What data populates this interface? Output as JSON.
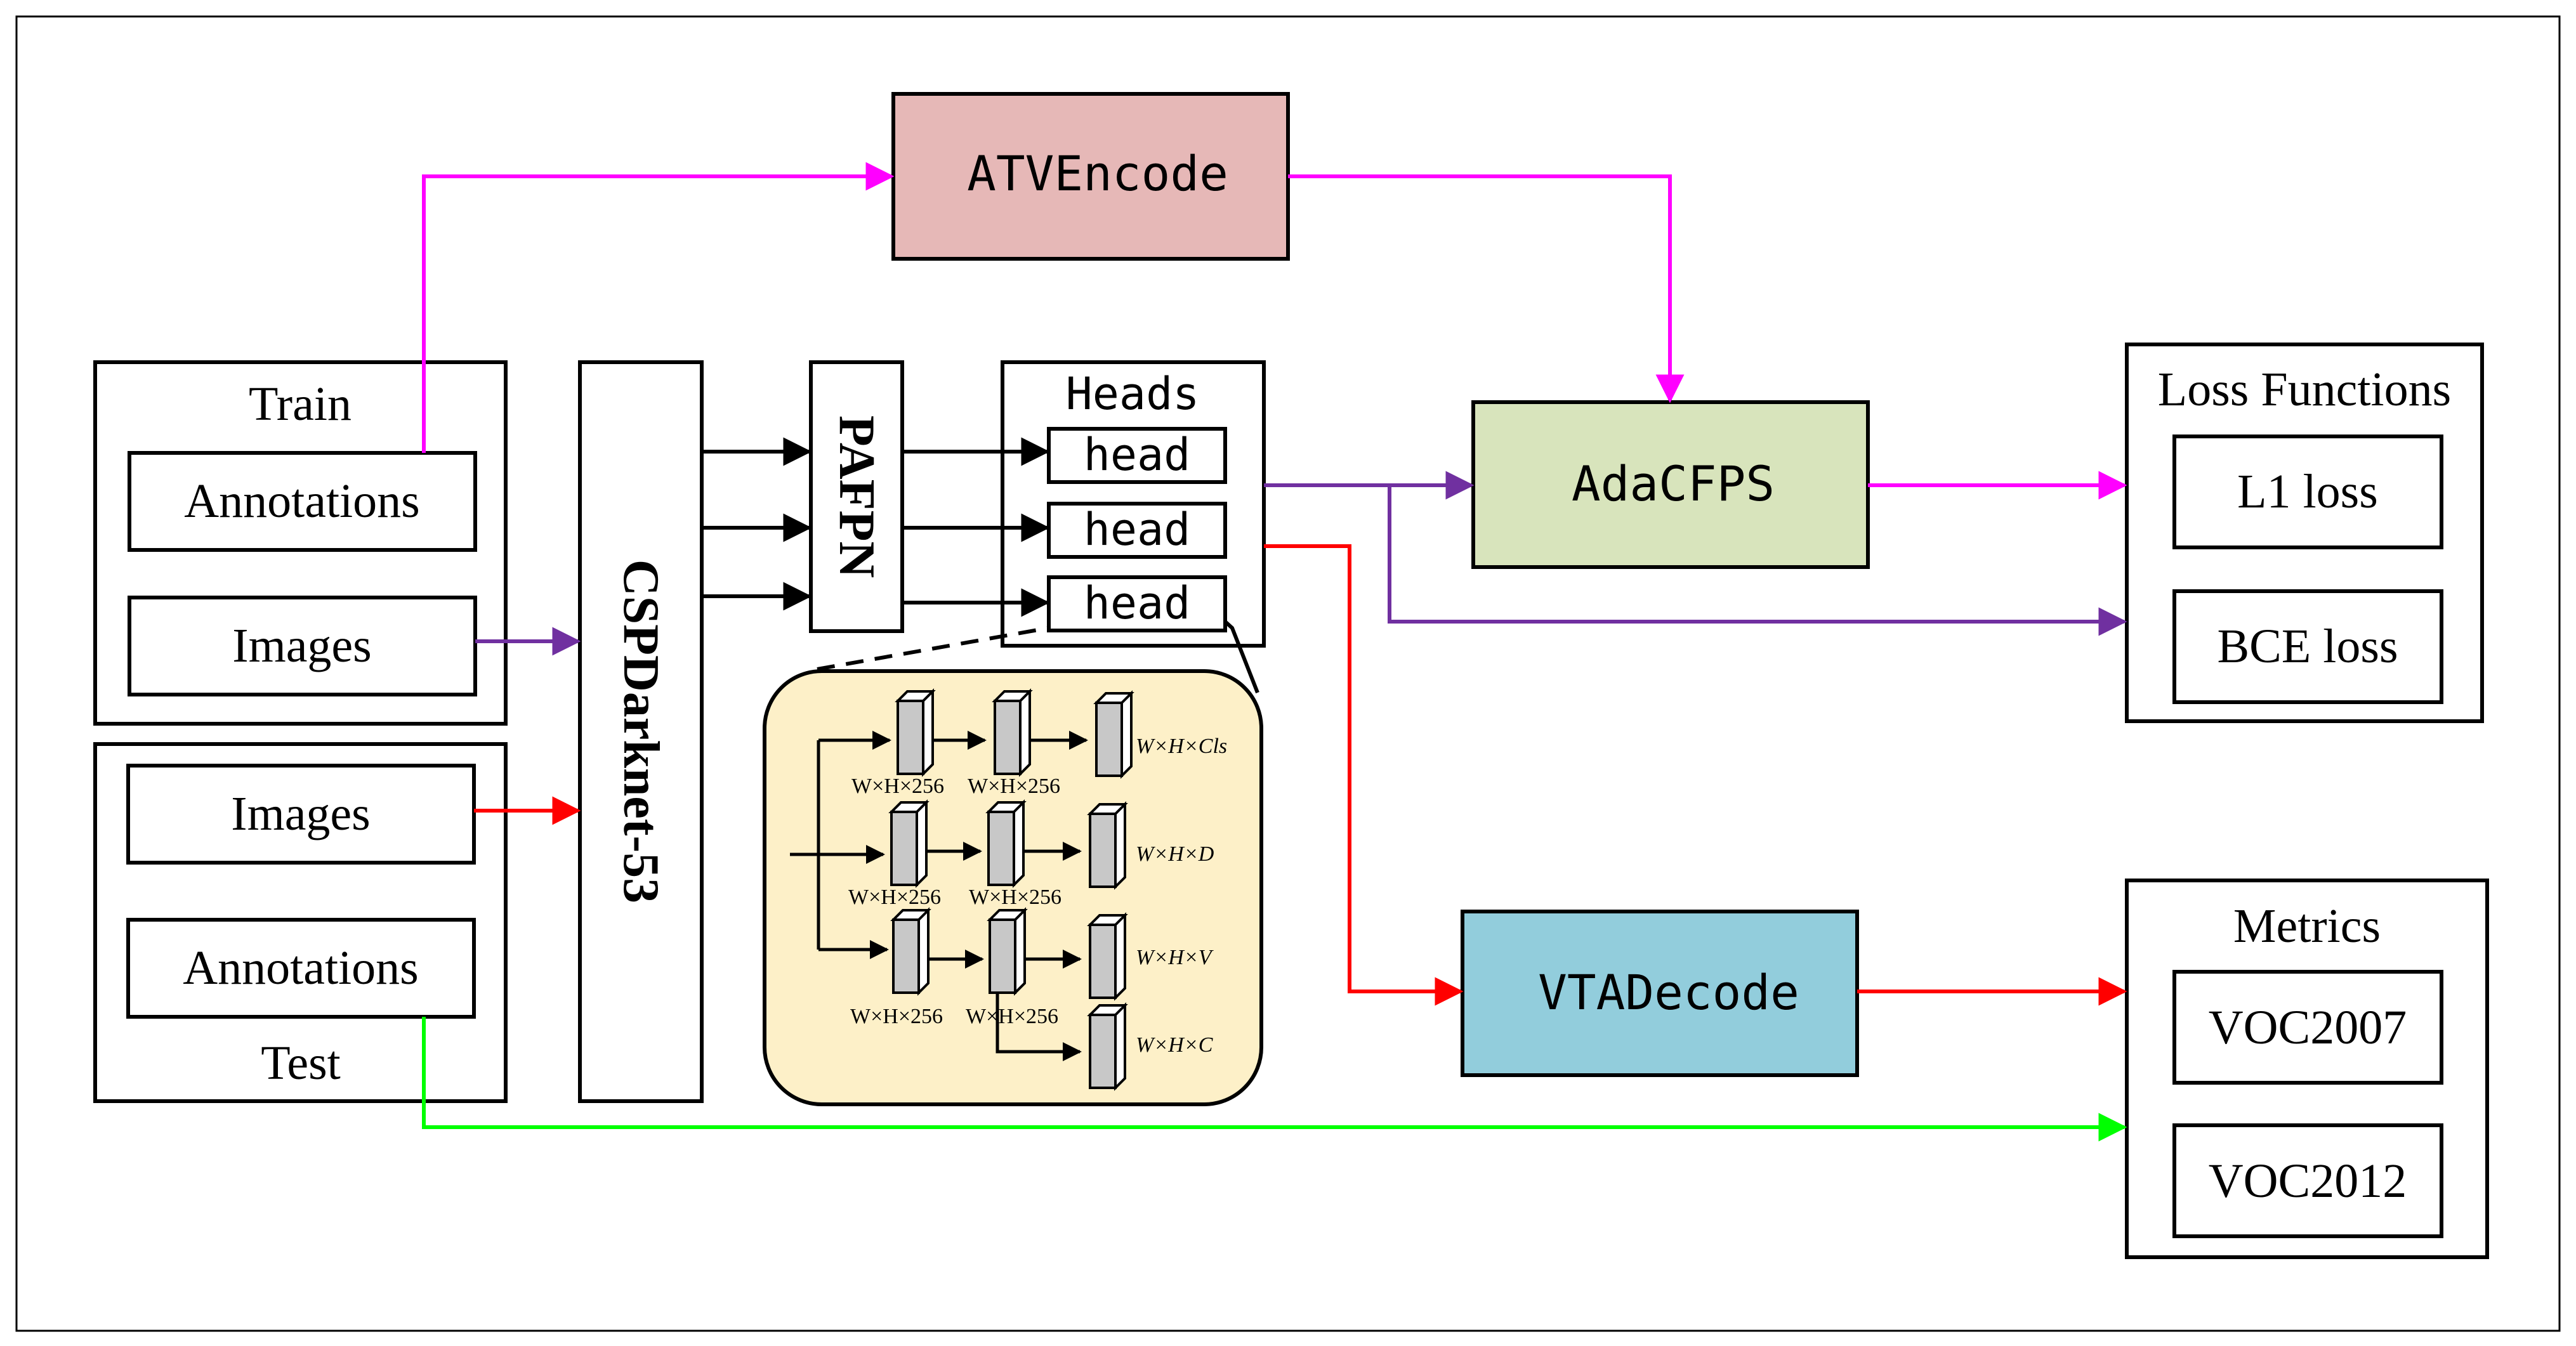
{
  "colors": {
    "magenta": "#ff00ff",
    "purple": "#7030a0",
    "red": "#ff0000",
    "green": "#00ff00",
    "black": "#000000",
    "atv_fill": "#e6b8b7",
    "ada_fill": "#d8e4bc",
    "vta_fill": "#92cddc",
    "head_detail_fill": "#fdf0c8"
  },
  "train": {
    "title": "Train",
    "annotations": "Annotations",
    "images": "Images"
  },
  "test": {
    "title": "Test",
    "images": "Images",
    "annotations": "Annotations"
  },
  "backbone": {
    "label": "CSPDarknet-53"
  },
  "neck": {
    "label": "PAFPN"
  },
  "heads": {
    "title": "Heads",
    "items": [
      "head",
      "head",
      "head"
    ]
  },
  "atv": {
    "label": "ATVEncode"
  },
  "ada": {
    "label": "AdaCFPS"
  },
  "vta": {
    "label": "VTADecode"
  },
  "loss": {
    "title": "Loss Functions",
    "items": [
      "L1 loss",
      "BCE loss"
    ]
  },
  "metrics": {
    "title": "Metrics",
    "items": [
      "VOC2007",
      "VOC2012"
    ]
  },
  "head_detail": {
    "feature": "W×H×256",
    "outputs": {
      "cls": "W×H×Cls",
      "d": "W×H×D",
      "v": "W×H×V",
      "c": "W×H×C"
    }
  }
}
